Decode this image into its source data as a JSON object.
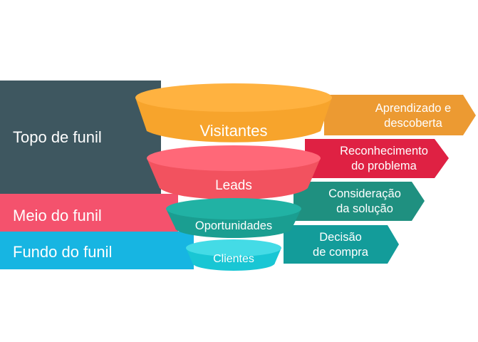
{
  "stage_bands": [
    {
      "label": "Topo de funil",
      "color": "#3e5760"
    },
    {
      "label": "Meio do funil",
      "color": "#f4526d"
    },
    {
      "label": "Fundo do funil",
      "color": "#17b5e2"
    }
  ],
  "funnel_levels": [
    {
      "label": "Visitantes",
      "top_color": "#ffb240",
      "body_color": "#f7a42c"
    },
    {
      "label": "Leads",
      "top_color": "#ff6878",
      "body_color": "#f2525f"
    },
    {
      "label": "Oportunidades",
      "top_color": "#21b2a4",
      "body_color": "#1a9e91"
    },
    {
      "label": "Clientes",
      "top_color": "#44dbe6",
      "body_color": "#19c6d4"
    }
  ],
  "steps": [
    {
      "line1": "Aprendizado e",
      "line2": "descoberta",
      "color": "#ec9a32"
    },
    {
      "line1": "Reconhecimento",
      "line2": "do problema",
      "color": "#df2143"
    },
    {
      "line1": "Consideração",
      "line2": "da solução",
      "color": "#1f9080"
    },
    {
      "line1": "Decisão",
      "line2": "de compra",
      "color": "#139c9a"
    }
  ]
}
